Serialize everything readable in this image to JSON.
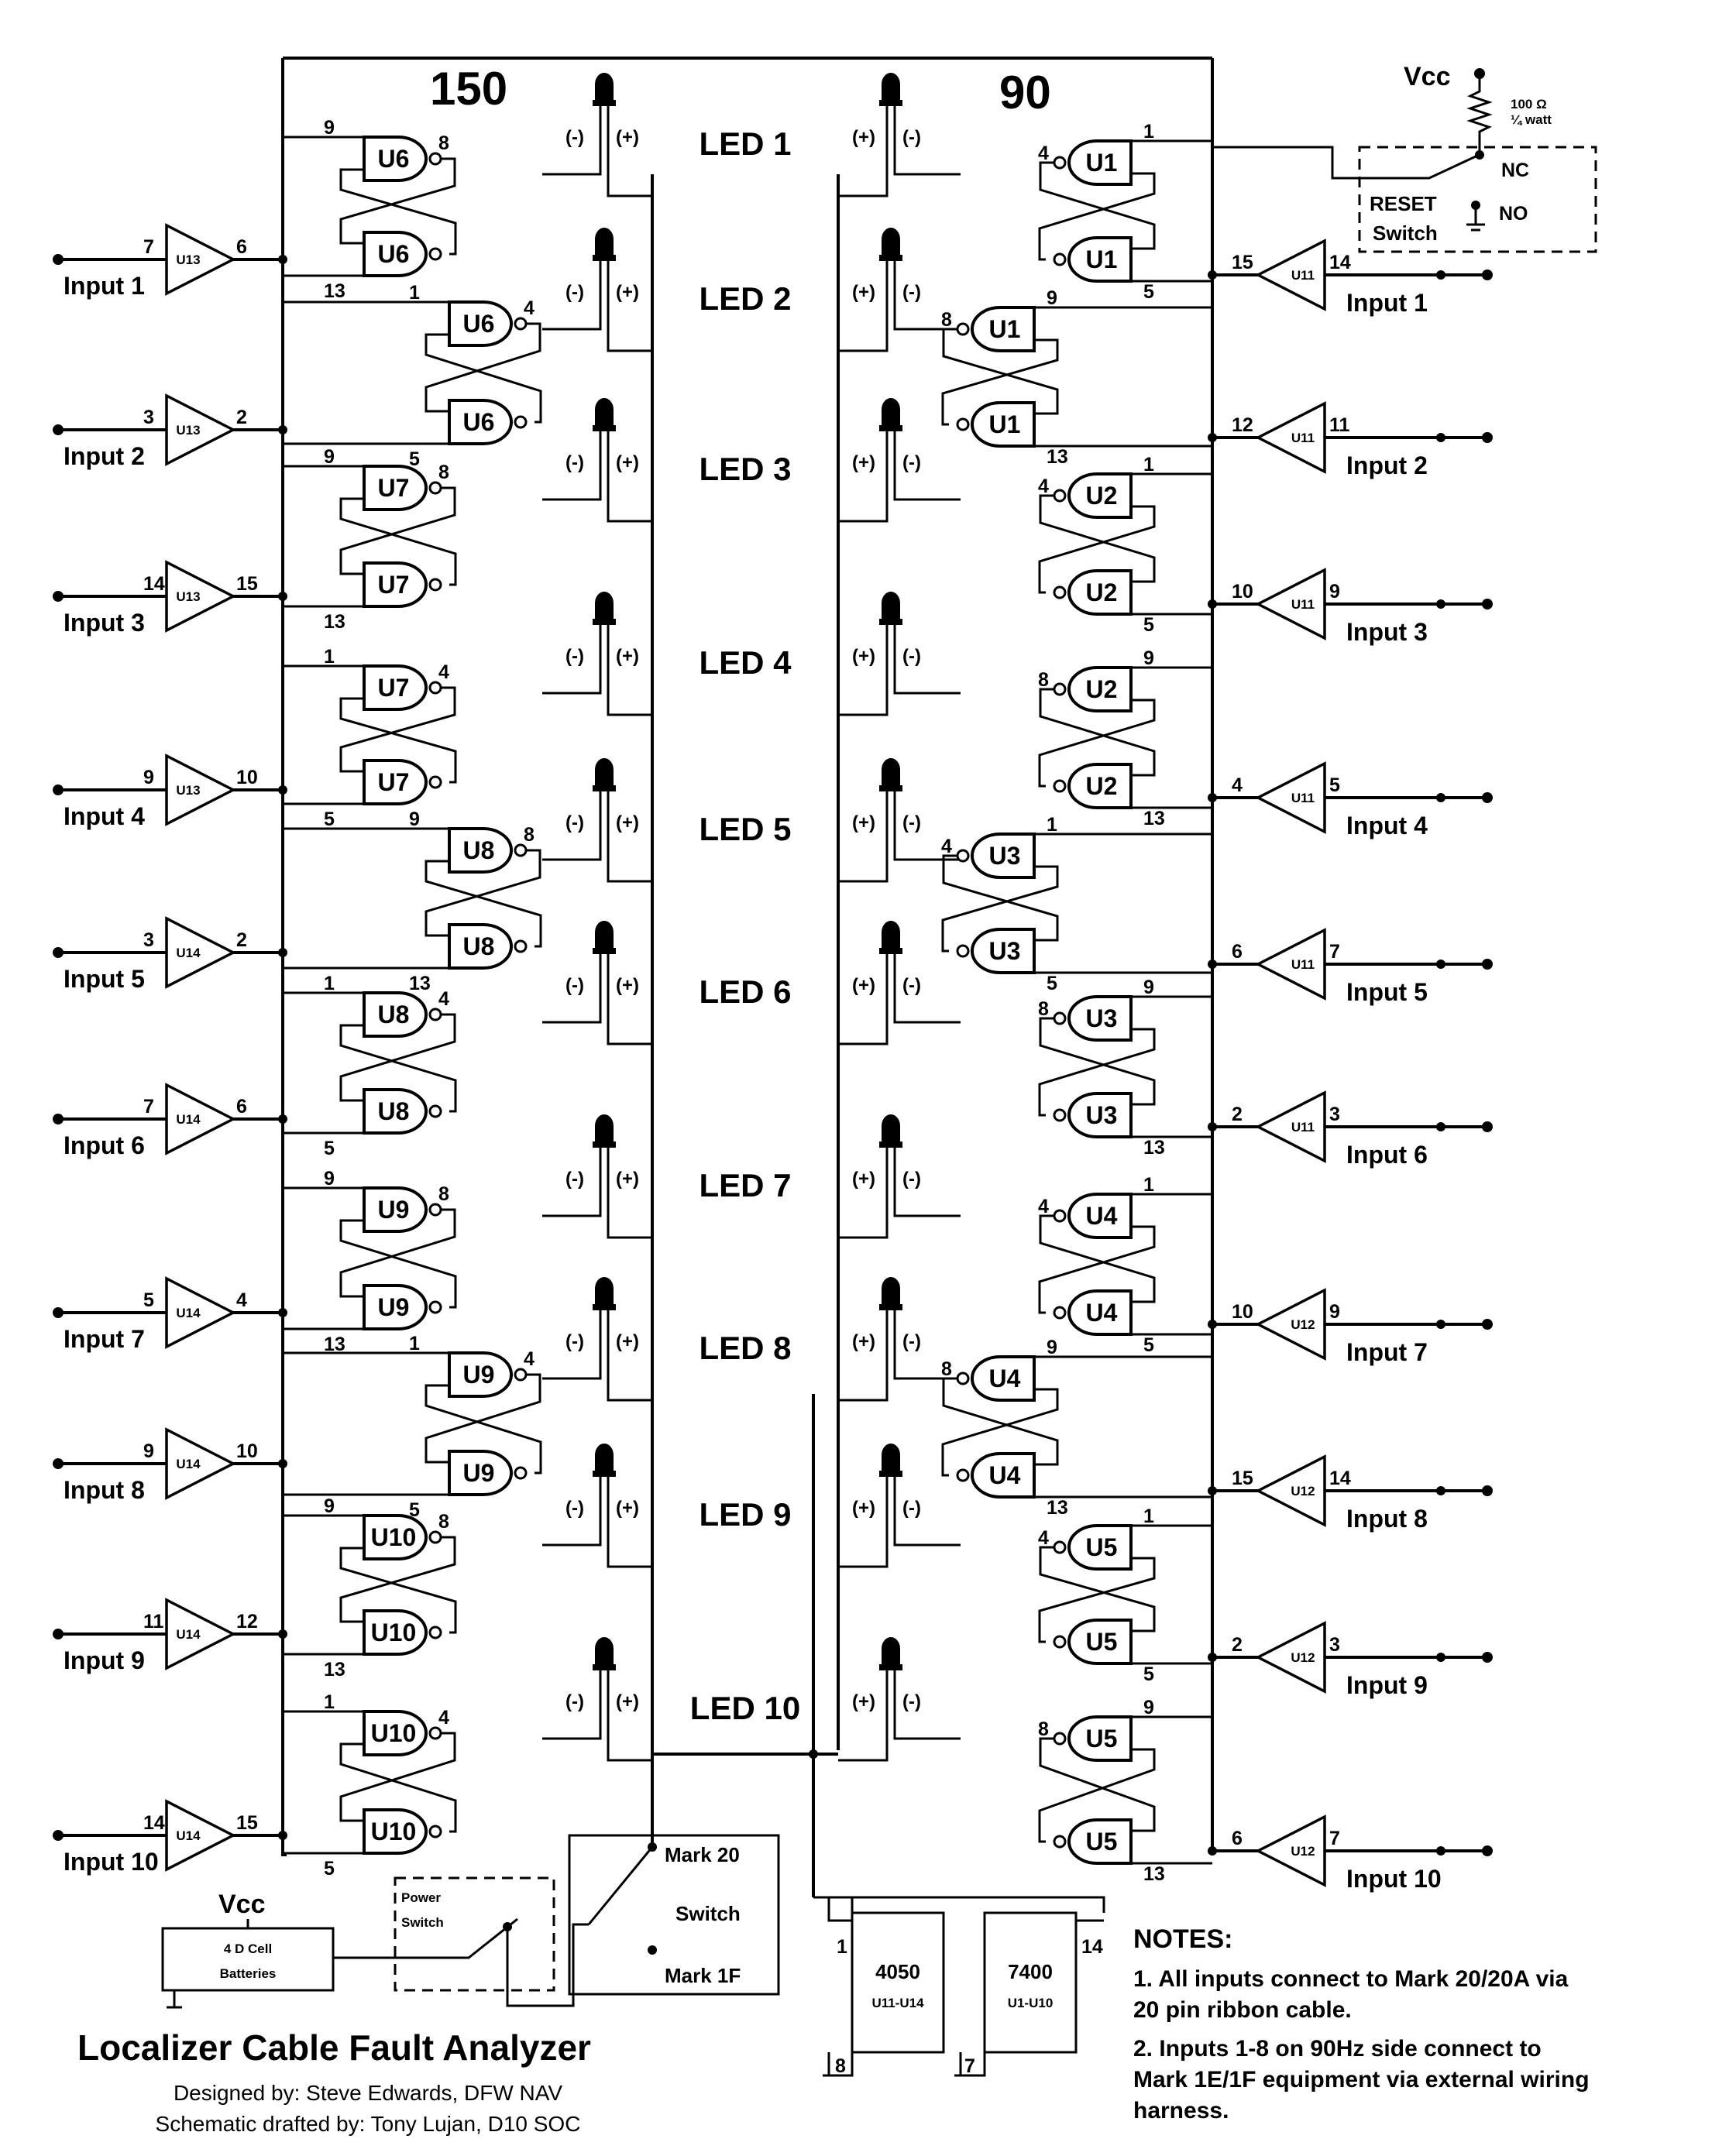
{
  "header": {
    "left_side": "150",
    "right_side": "90"
  },
  "leds": [
    {
      "label": "LED 1",
      "left": {
        "minus": "(-)",
        "plus": "(+)"
      },
      "right": {
        "plus": "(+)",
        "minus": "(-)"
      }
    },
    {
      "label": "LED 2",
      "left": {
        "minus": "(-)",
        "plus": "(+)"
      },
      "right": {
        "plus": "(+)",
        "minus": "(-)"
      }
    },
    {
      "label": "LED 3",
      "left": {
        "minus": "(-)",
        "plus": "(+)"
      },
      "right": {
        "plus": "(+)",
        "minus": "(-)"
      }
    },
    {
      "label": "LED 4",
      "left": {
        "minus": "(-)",
        "plus": "(+)"
      },
      "right": {
        "plus": "(+)",
        "minus": "(-)"
      }
    },
    {
      "label": "LED 5",
      "left": {
        "minus": "(-)",
        "plus": "(+)"
      },
      "right": {
        "plus": "(+)",
        "minus": "(-)"
      }
    },
    {
      "label": "LED 6",
      "left": {
        "minus": "(-)",
        "plus": "(+)"
      },
      "right": {
        "plus": "(+)",
        "minus": "(-)"
      }
    },
    {
      "label": "LED 7",
      "left": {
        "minus": "(-)",
        "plus": "(+)"
      },
      "right": {
        "plus": "(+)",
        "minus": "(-)"
      }
    },
    {
      "label": "LED 8",
      "left": {
        "minus": "(-)",
        "plus": "(+)"
      },
      "right": {
        "plus": "(+)",
        "minus": "(-)"
      }
    },
    {
      "label": "LED 9",
      "left": {
        "minus": "(-)",
        "plus": "(+)"
      },
      "right": {
        "plus": "(+)",
        "minus": "(-)"
      }
    },
    {
      "label": "LED 10",
      "left": {
        "minus": "(-)",
        "plus": "(+)"
      },
      "right": {
        "plus": "(+)",
        "minus": "(-)"
      }
    }
  ],
  "left_inputs": [
    {
      "label": "Input 1",
      "buffer": "U13",
      "pin_in": "7",
      "pin_out": "6"
    },
    {
      "label": "Input 2",
      "buffer": "U13",
      "pin_in": "3",
      "pin_out": "2"
    },
    {
      "label": "Input 3",
      "buffer": "U13",
      "pin_in": "14",
      "pin_out": "15"
    },
    {
      "label": "Input 4",
      "buffer": "U13",
      "pin_in": "9",
      "pin_out": "10"
    },
    {
      "label": "Input 5",
      "buffer": "U14",
      "pin_in": "3",
      "pin_out": "2"
    },
    {
      "label": "Input 6",
      "buffer": "U14",
      "pin_in": "7",
      "pin_out": "6"
    },
    {
      "label": "Input 7",
      "buffer": "U14",
      "pin_in": "5",
      "pin_out": "4"
    },
    {
      "label": "Input 8",
      "buffer": "U14",
      "pin_in": "9",
      "pin_out": "10"
    },
    {
      "label": "Input 9",
      "buffer": "U14",
      "pin_in": "11",
      "pin_out": "12"
    },
    {
      "label": "Input 10",
      "buffer": "U14",
      "pin_in": "14",
      "pin_out": "15"
    }
  ],
  "right_inputs": [
    {
      "label": "Input 1",
      "buffer": "U11",
      "pin_in": "14",
      "pin_out": "15"
    },
    {
      "label": "Input 2",
      "buffer": "U11",
      "pin_in": "11",
      "pin_out": "12"
    },
    {
      "label": "Input 3",
      "buffer": "U11",
      "pin_in": "9",
      "pin_out": "10"
    },
    {
      "label": "Input 4",
      "buffer": "U11",
      "pin_in": "5",
      "pin_out": "4"
    },
    {
      "label": "Input 5",
      "buffer": "U11",
      "pin_in": "7",
      "pin_out": "6"
    },
    {
      "label": "Input 6",
      "buffer": "U11",
      "pin_in": "3",
      "pin_out": "2"
    },
    {
      "label": "Input 7",
      "buffer": "U12",
      "pin_in": "9",
      "pin_out": "10"
    },
    {
      "label": "Input 8",
      "buffer": "U12",
      "pin_in": "14",
      "pin_out": "15"
    },
    {
      "label": "Input 9",
      "buffer": "U12",
      "pin_in": "3",
      "pin_out": "2"
    },
    {
      "label": "Input 10",
      "buffer": "U12",
      "pin_in": "7",
      "pin_out": "6"
    }
  ],
  "left_gates": [
    {
      "label": "U6",
      "pin_a": "9",
      "pin_out": "8"
    },
    {
      "label": "U6",
      "pin_a": "13",
      "pin_out": ""
    },
    {
      "label": "U6",
      "pin_a": "1",
      "pin_out": "4"
    },
    {
      "label": "U6",
      "pin_a": "5",
      "pin_out": ""
    },
    {
      "label": "U7",
      "pin_a": "9",
      "pin_out": "8"
    },
    {
      "label": "U7",
      "pin_a": "13",
      "pin_out": ""
    },
    {
      "label": "U7",
      "pin_a": "1",
      "pin_out": "4"
    },
    {
      "label": "U7",
      "pin_a": "5",
      "pin_out": ""
    },
    {
      "label": "U8",
      "pin_a": "9",
      "pin_out": "8"
    },
    {
      "label": "U8",
      "pin_a": "13",
      "pin_out": ""
    },
    {
      "label": "U8",
      "pin_a": "1",
      "pin_out": "4"
    },
    {
      "label": "U8",
      "pin_a": "5",
      "pin_out": ""
    },
    {
      "label": "U9",
      "pin_a": "9",
      "pin_out": "8"
    },
    {
      "label": "U9",
      "pin_a": "13",
      "pin_out": ""
    },
    {
      "label": "U9",
      "pin_a": "1",
      "pin_out": "4"
    },
    {
      "label": "U9",
      "pin_a": "5",
      "pin_out": ""
    },
    {
      "label": "U10",
      "pin_a": "9",
      "pin_out": "8"
    },
    {
      "label": "U10",
      "pin_a": "13",
      "pin_out": ""
    },
    {
      "label": "U10",
      "pin_a": "1",
      "pin_out": "4"
    },
    {
      "label": "U10",
      "pin_a": "5",
      "pin_out": ""
    }
  ],
  "right_gates": [
    {
      "label": "U1",
      "pin_in": "4",
      "pin_out": "1"
    },
    {
      "label": "U1",
      "pin_in": "",
      "pin_out": "5"
    },
    {
      "label": "U1",
      "pin_in": "8",
      "pin_out": "9"
    },
    {
      "label": "U1",
      "pin_in": "",
      "pin_out": "13"
    },
    {
      "label": "U2",
      "pin_in": "4",
      "pin_out": "1"
    },
    {
      "label": "U2",
      "pin_in": "",
      "pin_out": "5"
    },
    {
      "label": "U2",
      "pin_in": "8",
      "pin_out": "9"
    },
    {
      "label": "U2",
      "pin_in": "",
      "pin_out": "13"
    },
    {
      "label": "U3",
      "pin_in": "4",
      "pin_out": "1"
    },
    {
      "label": "U3",
      "pin_in": "",
      "pin_out": "5"
    },
    {
      "label": "U3",
      "pin_in": "8",
      "pin_out": "9"
    },
    {
      "label": "U3",
      "pin_in": "",
      "pin_out": "13"
    },
    {
      "label": "U4",
      "pin_in": "4",
      "pin_out": "1"
    },
    {
      "label": "U4",
      "pin_in": "",
      "pin_out": "5"
    },
    {
      "label": "U4",
      "pin_in": "8",
      "pin_out": "9"
    },
    {
      "label": "U4",
      "pin_in": "",
      "pin_out": "13"
    },
    {
      "label": "U5",
      "pin_in": "4",
      "pin_out": "1"
    },
    {
      "label": "U5",
      "pin_in": "",
      "pin_out": "5"
    },
    {
      "label": "U5",
      "pin_in": "8",
      "pin_out": "9"
    },
    {
      "label": "U5",
      "pin_in": "",
      "pin_out": "13"
    }
  ],
  "reset": {
    "vcc": "Vcc",
    "resistor_value": "100 Ω",
    "resistor_rating": "¼ watt",
    "nc": "NC",
    "no": "NO",
    "switch_label_1": "RESET",
    "switch_label_2": "Switch"
  },
  "power": {
    "vcc": "Vcc",
    "battery_1": "4 D Cell",
    "battery_2": "Batteries",
    "switch_1": "Power",
    "switch_2": "Switch"
  },
  "mark_switch": {
    "top": "Mark 20",
    "middle": "Switch",
    "bottom": "Mark 1F"
  },
  "chips": [
    {
      "name": "4050",
      "range": "U11-U14",
      "pin_left": "1",
      "pin_right": "",
      "pin_gnd": "8"
    },
    {
      "name": "7400",
      "range": "U1-U10",
      "pin_left": "",
      "pin_right": "14",
      "pin_gnd": "7"
    }
  ],
  "title": "Localizer Cable Fault Analyzer",
  "designed_by": "Designed by: Steve Edwards, DFW NAV",
  "drafted_by": "Schematic drafted by: Tony Lujan, D10 SOC",
  "notes": {
    "heading": "NOTES:",
    "lines": [
      "1. All inputs connect to Mark 20/20A via",
      "20 pin ribbon cable.",
      "2. Inputs 1-8 on 90Hz side connect to",
      "Mark 1E/1F equipment via external wiring",
      "harness."
    ]
  }
}
